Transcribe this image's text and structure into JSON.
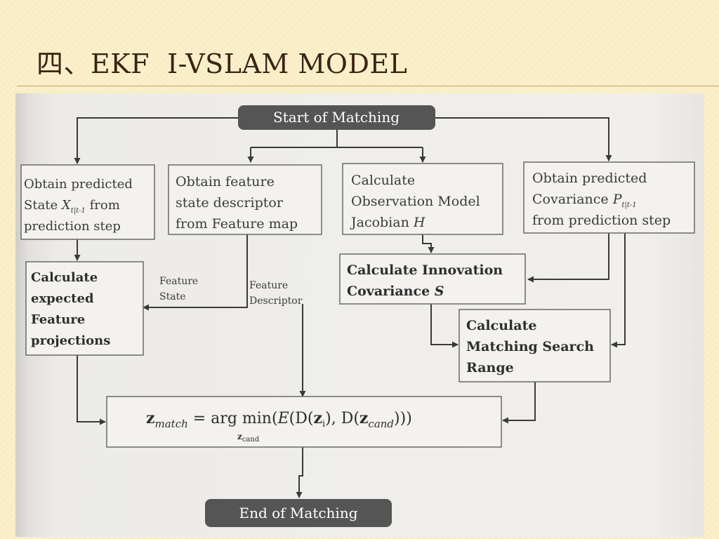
{
  "slide": {
    "title": "四、EKF  I-VSLAM MODEL"
  },
  "diagram": {
    "start": "Start of Matching",
    "end": "End of Matching",
    "box1": {
      "line1": "Obtain predicted",
      "line2_prefix": "State ",
      "line2_symbol": "X",
      "line2_sub": "t|t-1",
      "line2_suffix": " from",
      "line3": "prediction step"
    },
    "box2": {
      "line1": "Obtain feature",
      "line2": "state descriptor",
      "line3": "from Feature map"
    },
    "box3": {
      "line1": "Calculate",
      "line2": "Observation Model",
      "line3_prefix": "Jacobian ",
      "line3_symbol": "H"
    },
    "box4": {
      "line1": "Obtain predicted",
      "line2_prefix": "Covariance ",
      "line2_symbol": "P",
      "line2_sub": "t|t-1",
      "line3": "from prediction step"
    },
    "box5": {
      "line1": "Calculate",
      "line2": "expected",
      "line3": "Feature",
      "line4": "projections"
    },
    "box6": {
      "line1": "Calculate Innovation",
      "line2_prefix": "Covariance ",
      "line2_symbol": "S"
    },
    "box7": {
      "line1": "Calculate",
      "line2": "Matching Search",
      "line3": "Range"
    },
    "edge_labels": {
      "feature_state_1": "Feature",
      "feature_state_2": "State",
      "feature_descriptor_1": "Feature",
      "feature_descriptor_2": "Descriptor"
    },
    "formula": {
      "z": "z",
      "z_sub": "match",
      "equals": " = arg min",
      "open": "(",
      "E": "E",
      "D1": "(D(",
      "zi": "z",
      "zi_sub": "i",
      "comma": "), ",
      "D2": "D(",
      "zcand": "z",
      "zcand_sub": "cand",
      "close": ")))",
      "under": "z",
      "under_sub": "cand"
    }
  }
}
